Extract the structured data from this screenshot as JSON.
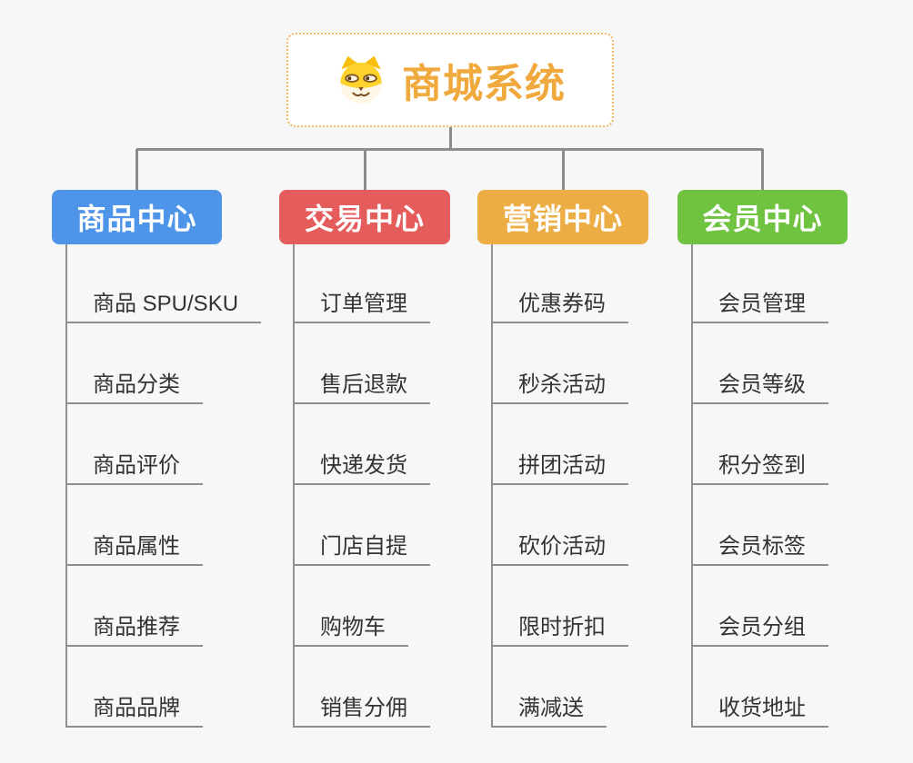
{
  "canvas": {
    "background": "#f7f7f7",
    "connector_color": "#8c8c8c",
    "child_line_color": "#8e8e8e",
    "child_text_color": "#333333"
  },
  "root": {
    "title": "商城系统",
    "icon": "dog-face-icon",
    "text_color": "#f0a93c",
    "border_color": "#f5b763",
    "background": "#ffffff"
  },
  "branches": [
    {
      "id": "product-center",
      "label": "商品中心",
      "color": "#4e94e9",
      "children": [
        "商品 SPU/SKU",
        "商品分类",
        "商品评价",
        "商品属性",
        "商品推荐",
        "商品品牌"
      ]
    },
    {
      "id": "trade-center",
      "label": "交易中心",
      "color": "#e45c5c",
      "children": [
        "订单管理",
        "售后退款",
        "快递发货",
        "门店自提",
        "购物车",
        "销售分佣"
      ]
    },
    {
      "id": "marketing-center",
      "label": "营销中心",
      "color": "#edad45",
      "children": [
        "优惠券码",
        "秒杀活动",
        "拼团活动",
        "砍价活动",
        "限时折扣",
        "满减送"
      ]
    },
    {
      "id": "member-center",
      "label": "会员中心",
      "color": "#70c241",
      "children": [
        "会员管理",
        "会员等级",
        "积分签到",
        "会员标签",
        "会员分组",
        "收货地址"
      ]
    }
  ]
}
